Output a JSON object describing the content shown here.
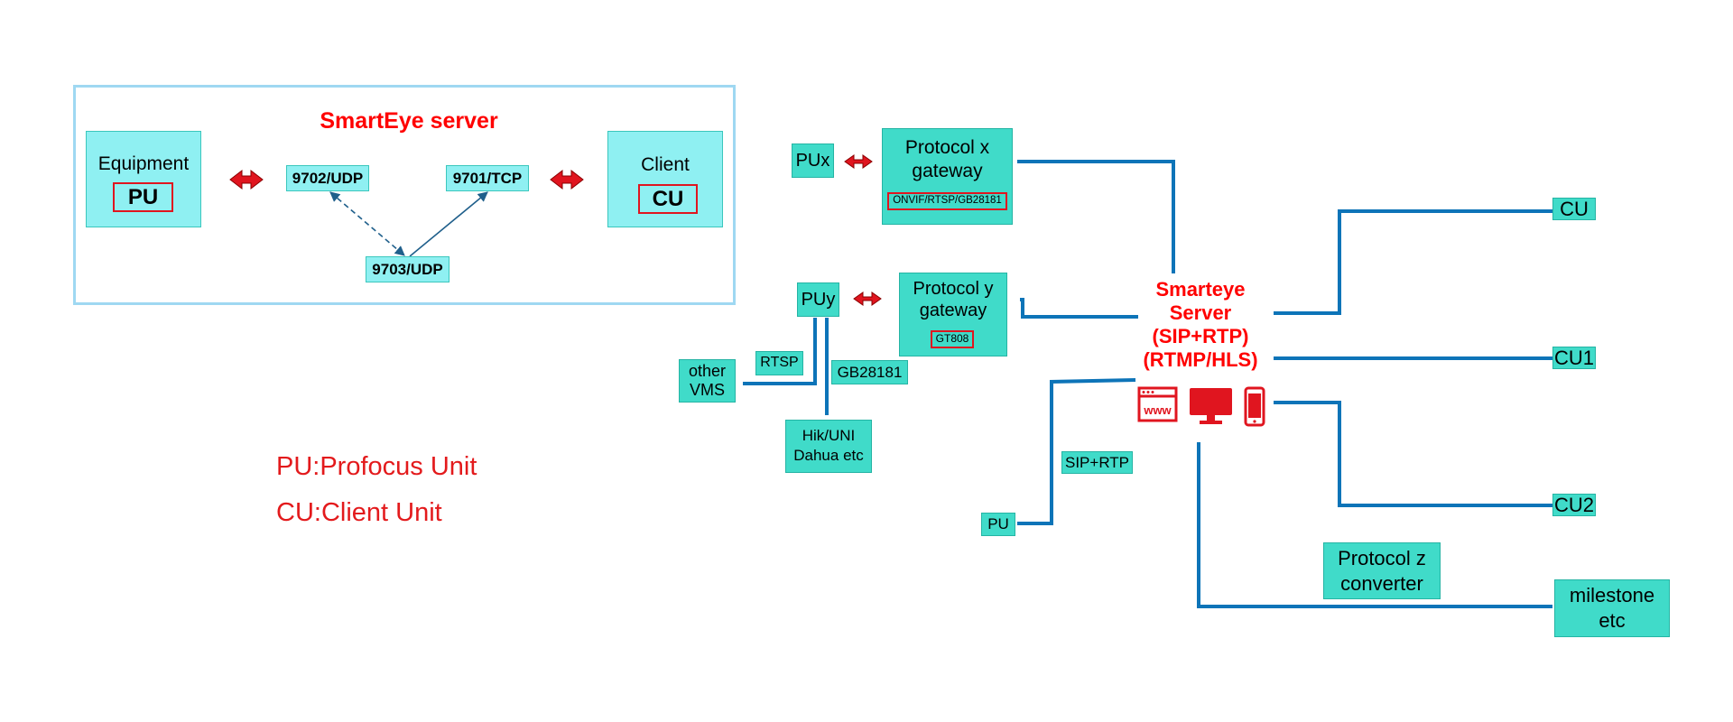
{
  "colors": {
    "accent_red": "#ff0000",
    "line_blue": "#0d74b8",
    "teal_box": "#40dbc9",
    "light_box": "#8ff0f2",
    "frame_border": "#9fd8f2"
  },
  "smarteye_panel": {
    "title": "SmartEye server",
    "equipment": {
      "label": "Equipment",
      "tag": "PU"
    },
    "client": {
      "label": "Client",
      "tag": "CU"
    },
    "ports": {
      "udp_9702": "9702/UDP",
      "tcp_9701": "9701/TCP",
      "udp_9703": "9703/UDP"
    }
  },
  "legend": {
    "pu": "PU:Profocus Unit",
    "cu": "CU:Client Unit"
  },
  "topology": {
    "pux": "PUx",
    "gateway_x": {
      "line1": "Protocol x",
      "line2": "gateway",
      "protocols": "ONVIF/RTSP/GB28181"
    },
    "puy": "PUy",
    "gateway_y": {
      "line1": "Protocol y",
      "line2": "gateway",
      "protocols": "GT808"
    },
    "other_vms": {
      "line1": "other",
      "line2": "VMS"
    },
    "rtsp": "RTSP",
    "gb28181": "GB28181",
    "hik": {
      "line1": "Hik/UNI",
      "line2": "Dahua etc"
    },
    "server": {
      "line1": "Smarteye",
      "line2": "Server",
      "line3": "(SIP+RTP)",
      "line4": "(RTMP/HLS)"
    },
    "server_icons": [
      "web-browser-icon",
      "monitor-icon",
      "mobile-phone-icon"
    ],
    "sip_rtp": "SIP+RTP",
    "pu": "PU",
    "cu": "CU",
    "cu1": "CU1",
    "cu2": "CU2",
    "converter_z": {
      "line1": "Protocol z",
      "line2": "converter"
    },
    "milestone": {
      "line1": "milestone",
      "line2": "etc"
    }
  }
}
